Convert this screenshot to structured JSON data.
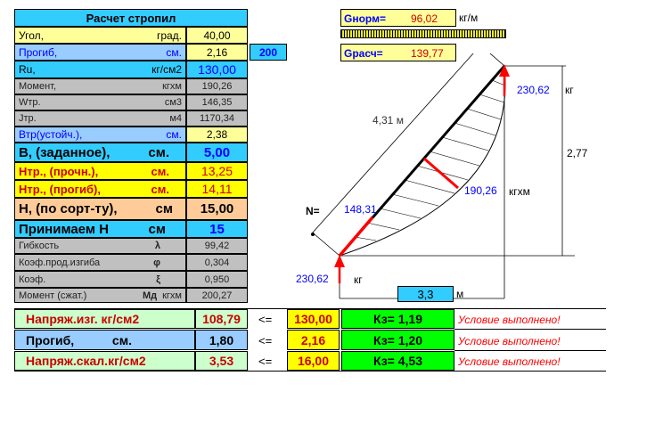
{
  "title": "Расчет стропил",
  "inputs": {
    "angle": {
      "label": "Угол,",
      "unit": "град.",
      "value": "40,00"
    },
    "deflection": {
      "label": "Прогиб,",
      "unit": "см.",
      "value": "2,16",
      "extra": "200"
    },
    "ru": {
      "label": "Ru,",
      "unit": "кг/см2",
      "value": "130,00"
    },
    "moment": {
      "label": "Момент,",
      "unit": "кгхм",
      "value": "190,26"
    },
    "wtr": {
      "label": "Wтр.",
      "unit": "см3",
      "value": "146,35"
    },
    "jtr": {
      "label": "Jтр.",
      "unit": "м4",
      "value": "1170,34"
    },
    "vtr": {
      "label": "Втр(устойч.),",
      "unit": "см.",
      "value": "2,38"
    },
    "b": {
      "label": "В, (заданное),",
      "unit": "см.",
      "value": "5,00"
    },
    "h_strength": {
      "label": "Нтр., (прочн.),",
      "unit": "см.",
      "value": "13,25"
    },
    "h_deflect": {
      "label": "Нтр., (прогиб),",
      "unit": "см.",
      "value": "14,11"
    },
    "h_sort": {
      "label": "Н, (по сорт-ту),",
      "unit": "см",
      "value": "15,00"
    },
    "h_accept": {
      "label": "Принимаем Н",
      "unit": "см",
      "value": "15"
    },
    "flex": {
      "label": "Гибкость",
      "sym": "λ",
      "value": "99,42"
    },
    "phi": {
      "label": "Коэф.прод.изгиба",
      "sym": "φ",
      "value": "0,304"
    },
    "xi": {
      "label": "Коэф.",
      "sym": "ξ",
      "value": "0,950"
    },
    "moment_comp": {
      "label": "Момент (сжат.)",
      "sym": "Мд",
      "unit": "кгхм",
      "value": "200,27"
    }
  },
  "loads": {
    "gnorm_label": "Gнорм=",
    "gnorm_value": "96,02",
    "gnorm_unit": "кг/м",
    "gcalc_label": "Gрасч=",
    "gcalc_value": "139,77"
  },
  "diagram": {
    "length_label": "4,31 м",
    "height_label": "2,77",
    "span_value": "3,3",
    "span_unit": "м",
    "top_force": "230,62",
    "top_force_unit": "кг",
    "bottom_force": "230,62",
    "bottom_force_unit": "кг",
    "moment_value": "190,26",
    "moment_unit": "кгхм",
    "n_label": "N=",
    "n_value": "148,31"
  },
  "results": [
    {
      "label": "Напряж.изг.  кг/см2",
      "value": "108,79",
      "op": "<=",
      "limit": "130,00",
      "k": "Кз=  1,19",
      "status": "Условие выполнено!"
    },
    {
      "label": "Прогиб,           см.",
      "value": "1,80",
      "op": "<=",
      "limit": "2,16",
      "k": "Кз=  1,20",
      "status": "Условие выполнено!"
    },
    {
      "label": "Напряж.скал.кг/см2",
      "value": "3,53",
      "op": "<=",
      "limit": "16,00",
      "k": "Кз=  4,53",
      "status": "Условие выполнено!"
    }
  ]
}
